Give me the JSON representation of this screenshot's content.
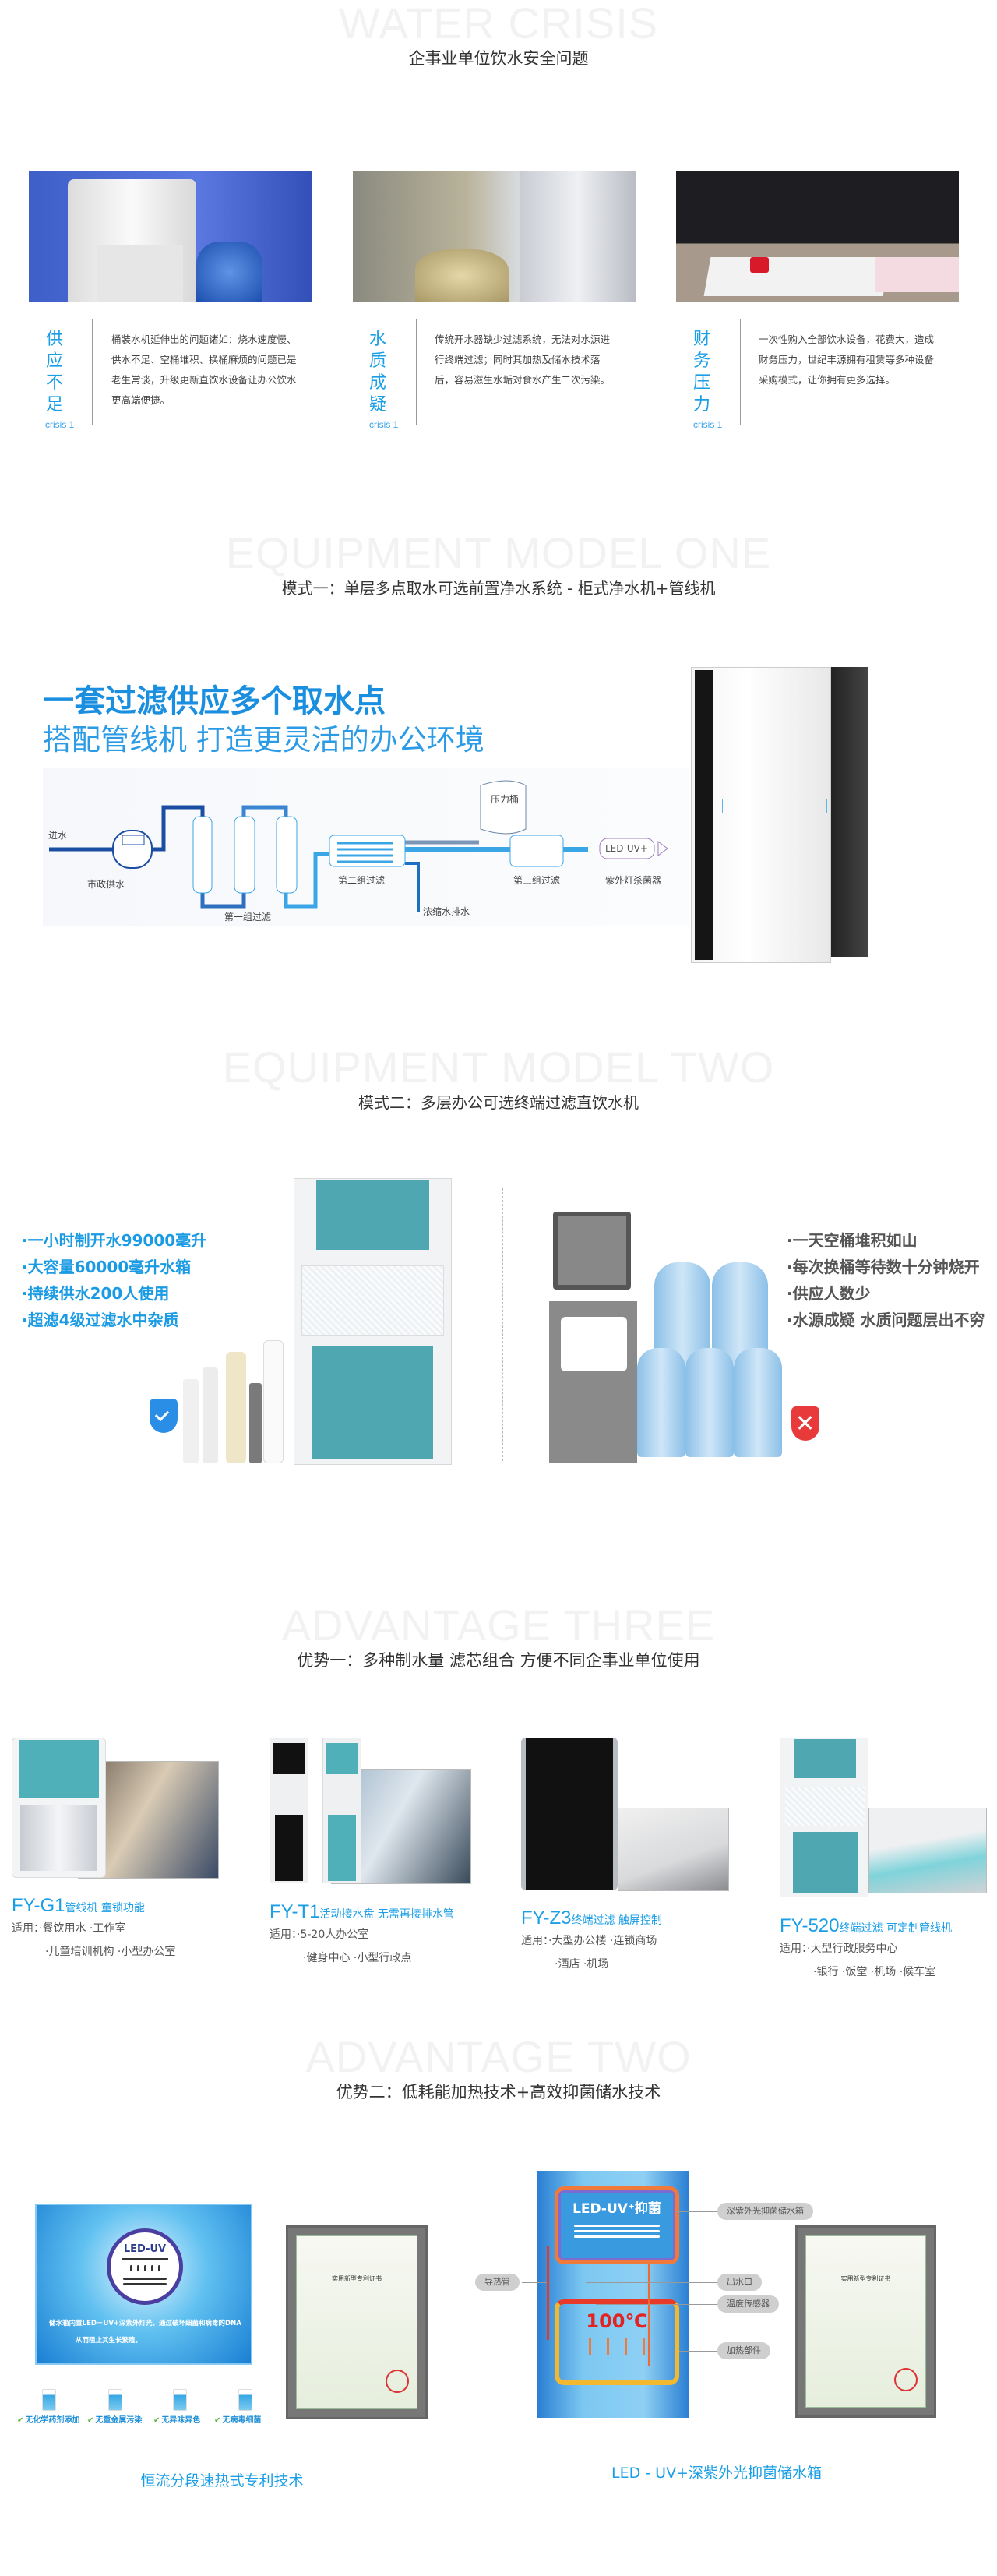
{
  "crisis": {
    "watermark": "WATER CRISIS",
    "title": "企事业单位饮水安全问题",
    "items": [
      {
        "label": "供应不足",
        "sub": "crisis 1",
        "text": "桶装水机延伸出的问题诸如：烧水速度慢、供水不足、空桶堆积、换桶麻烦的问题已是老生常谈，升级更新直饮水设备让办公饮水更高端便捷。"
      },
      {
        "label": "水质成疑",
        "sub": "crisis 1",
        "text": "传统开水器缺少过滤系统，无法对水源进行终端过滤；同时其加热及储水技术落后，容易滋生水垢对食水产生二次污染。"
      },
      {
        "label": "财务压力",
        "sub": "crisis 1",
        "text": "一次性购入全部饮水设备，花费大，造成财务压力，世纪丰源拥有租赁等多种设备采购模式，让你拥有更多选择。"
      }
    ]
  },
  "model_one": {
    "watermark": "EQUIPMENT MODEL ONE",
    "title": "模式一：单层多点取水可选前置净水系统 - 柜式净水机+管线机",
    "headline": "一套过滤供应多个取水点",
    "subheadline": "搭配管线机 打造更灵活的办公环境",
    "diagram": {
      "inlet": "进水",
      "meter": "市政供水",
      "stage1": "第一组过滤",
      "stage2": "第二组过滤",
      "drain": "浓缩水排水",
      "tank": "压力桶",
      "stage3": "第三组过滤",
      "uv": "紫外灯杀菌器",
      "uv_lamp": "LED-UV+"
    }
  },
  "model_two": {
    "watermark": "EQUIPMENT MODEL TWO",
    "title": "模式二：多层办公可选终端过滤直饮水机",
    "pros": [
      "·一小时制开水99000毫升",
      "·大容量60000毫升水箱",
      "·持续供水200人使用",
      "·超滤4级过滤水中杂质"
    ],
    "cons": [
      "·一天空桶堆积如山",
      "·每次换桶等待数十分钟烧开",
      "·供应人数少",
      "·水源成疑  水质问题层出不穷"
    ]
  },
  "advantage_one": {
    "watermark": "ADVANTAGE THREE",
    "title": "优势一：多种制水量 滤芯组合 方便不同企事业单位使用",
    "use_label": "适用：",
    "products": [
      {
        "model": "FY-G1",
        "feature": "管线机 童锁功能",
        "uses": [
          "·餐饮用水 ·工作室",
          "·儿童培训机构 ·小型办公室"
        ]
      },
      {
        "model": "FY-T1",
        "feature": "活动接水盘 无需再接排水管",
        "uses": [
          "·5-20人办公室",
          "·健身中心 ·小型行政点"
        ]
      },
      {
        "model": "FY-Z3",
        "feature": "终端过滤 触屏控制",
        "uses": [
          "·大型办公楼 ·连锁商场",
          "·酒店 ·机场"
        ]
      },
      {
        "model": "FY-520",
        "feature": "终端过滤 可定制管线机",
        "uses": [
          "·大型行政服务中心",
          "·银行 ·饭堂 ·机场 ·候车室"
        ]
      }
    ]
  },
  "advantage_two": {
    "watermark": "ADVANTAGE TWO",
    "title": "优势二：低耗能加热技术+高效抑菌储水技术",
    "left": {
      "badge": "LED-UV",
      "desc1": "储水箱内置LED－UV+深紫外灯光，通过破坏细菌和病毒的DNA",
      "desc2": "从而阻止其生长繁殖，",
      "checks": [
        "无化学药剂添加",
        "无重金属污染",
        "无异味异色",
        "无病毒细菌"
      ],
      "caption": "恒流分段速热式专利技术"
    },
    "right": {
      "panel_title": "LED-UV⁺抑菌",
      "temp": "100℃",
      "labels": {
        "tank": "深紫外光抑菌储水箱",
        "outlet": "出水口",
        "sensor": "温度传感器",
        "heater": "加热部件",
        "pipe": "导热管"
      },
      "caption": "LED - UV+深紫外光抑菌储水箱"
    },
    "certificate_title": "实用新型专利证书"
  },
  "colors": {
    "accent": "#1a9ee6",
    "teal": "#4fa7b2",
    "alert": "#e83a3a"
  }
}
